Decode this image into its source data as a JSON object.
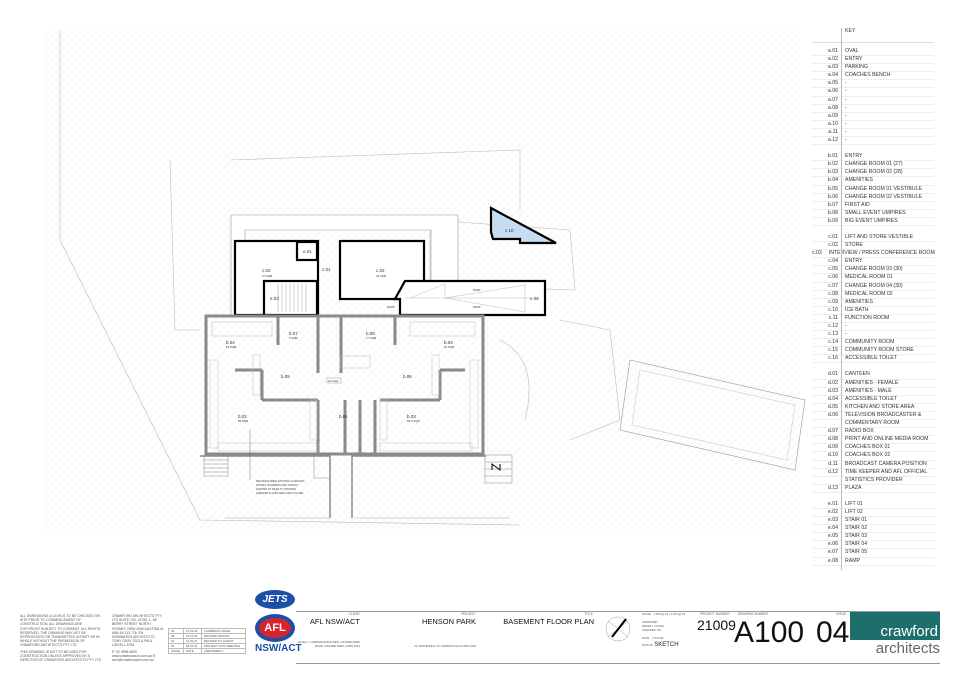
{
  "plan": {
    "rooms": {
      "c02_left": "c.02",
      "c02_left_area": "27 SQM",
      "e01": "e.01",
      "c01": "c.01",
      "c02_right": "c.02",
      "c02_right_area": "34 SQM",
      "e03": "e.03",
      "e08": "e.08",
      "c10": "c.10",
      "ramp1": "RAMP",
      "ramp2": "RAMP",
      "ramp3": "RAMP",
      "b04_left": "b.04",
      "b04_left_area": "18 SQM",
      "b07": "b.07",
      "b07_area": "9 SQM",
      "b08": "b.08",
      "b08_area": "17 SQM",
      "b04_right": "b.04",
      "b04_right_area": "18 SQM",
      "b05": "b.05",
      "b06": "b.06",
      "level": "RL 0.000",
      "b02": "b.02",
      "b02_area": "69 SQM",
      "b01": "b.01",
      "b03": "b.03",
      "b03_area": "69.3 SQM"
    },
    "note": [
      "RECONFIGURED EXISTING CHANGING",
      "ROOMS, SHOWERS AND TOILETS",
      "SHIFTED TO REAR TO PROVIDE",
      "GREATER FLOOR AREA AND VOLUME"
    ]
  },
  "key": {
    "title": "KEY",
    "groups": [
      [
        [
          "a.01",
          "OVAL"
        ],
        [
          "a.02",
          "ENTRY"
        ],
        [
          "a.03",
          "PARKING"
        ],
        [
          "a.04",
          "COACHES BENCH"
        ],
        [
          "a.05",
          "-"
        ],
        [
          "a.06",
          "-"
        ],
        [
          "a.07",
          "-"
        ],
        [
          "a.08",
          "-"
        ],
        [
          "a.09",
          "-"
        ],
        [
          "a.10",
          "-"
        ],
        [
          "a.11",
          "-"
        ],
        [
          "a.12",
          "-"
        ]
      ],
      [
        [
          "b.01",
          "ENTRY"
        ],
        [
          "b.02",
          "CHANGE ROOM 01 (27)"
        ],
        [
          "b.03",
          "CHANGE ROOM 02 (28)"
        ],
        [
          "b.04",
          "AMENITIES"
        ],
        [
          "b.05",
          "CHANGE ROOM 01 VESTIBULE"
        ],
        [
          "b.06",
          "CHANGE ROOM 02 VESTIBULE"
        ],
        [
          "b.07",
          "FIRST AID"
        ],
        [
          "b.08",
          "SMALL EVENT UMPIRES"
        ],
        [
          "b.09",
          "BIG EVENT UMPIRES"
        ]
      ],
      [
        [
          "c.01",
          "LIFT AND STORE VESTIBLE"
        ],
        [
          "c.02",
          "STORE"
        ],
        [
          "c.03",
          "INTERVIEW / PRESS CONFERENCE ROOM"
        ],
        [
          "c.04",
          "ENTRY"
        ],
        [
          "c.05",
          "CHANGE ROOM 03 (30)"
        ],
        [
          "c.06",
          "MEDICAL ROOM 01"
        ],
        [
          "c.07",
          "CHANGE ROOM 04 (30)"
        ],
        [
          "c.08",
          "MEDICAL ROOM 02"
        ],
        [
          "c.09",
          "AMENITIES"
        ],
        [
          "c.10",
          "ICE BATH"
        ],
        [
          "c.11",
          "FUNCTION ROOM"
        ],
        [
          "c.12",
          "-"
        ],
        [
          "c.13",
          "-"
        ],
        [
          "c.14",
          "COMMUNITY ROOM"
        ],
        [
          "c.15",
          "COMMUNITY ROOM STORE"
        ],
        [
          "c.16",
          "ACCESSIBLE TOILET"
        ]
      ],
      [
        [
          "d.01",
          "CANTEEN"
        ],
        [
          "d.02",
          "AMENITIES - FEMALE"
        ],
        [
          "d.03",
          "AMENITIES - MALE"
        ],
        [
          "d.04",
          "ACCESSIBLE TOILET"
        ],
        [
          "d.05",
          "KITCHEN AND STORE AREA"
        ],
        [
          "d.06",
          "TELEVISION BROADCASTER &"
        ],
        [
          "",
          "COMMENTARY ROOM"
        ],
        [
          "d.07",
          "RADIO BOX"
        ],
        [
          "d.08",
          "PRINT AND ONLINE MEDIA ROOM"
        ],
        [
          "d.09",
          "COACHES BOX 01"
        ],
        [
          "d.10",
          "COACHES BOX 02"
        ],
        [
          "d.11",
          "BROADCAST CAMERA POSITION"
        ],
        [
          "d.12",
          "TIME KEEPER AND AFL OFFICIAL"
        ],
        [
          "",
          "STATISTICS PROVIDER"
        ],
        [
          "d.13",
          "PLAZA"
        ]
      ],
      [
        [
          "e.01",
          "LIFT 01"
        ],
        [
          "e.02",
          "LIFT 02"
        ],
        [
          "e.03",
          "STAIR 01"
        ],
        [
          "e.04",
          "STAIR 02"
        ],
        [
          "e.05",
          "STAIR 03"
        ],
        [
          "e.06",
          "STAIR 04"
        ],
        [
          "e.07",
          "STAIR 05"
        ],
        [
          "e.08",
          "RAMP"
        ]
      ]
    ]
  },
  "titleblock": {
    "notes": "ALL DIMENSIONS & LEVELS TO BE CHECKED ON SITE PRIOR TO COMMENCEMENT OF CONSTRUCTION. ALL DRAWINGS ARE COPYRIGHT SUBJECT TO CONSENT. ALL RIGHTS RESERVED. THE DRAWING MAY NOT BE REPRODUCED OR TRANSMITTED IN PART OR IN WHOLE WITHOUT THE PERMISSION OF CRAWFORD ARCHITECTS PTY LTD",
    "notes2": "THIS DRAWING IS NOT TO BE USED FOR CONSTRUCTION UNLESS APPROVED BY A DIRECTOR OF CRAWFORD ARCHITECTS PTY LTD",
    "office": "CRAWFORD ARCHITECTS PTY LTD SUITE 103, LEVEL 1, 56 BERRY STREET NORTH SYDNEY, NSW 2060 AUSTRALIA ABN 54 113 776 705 NOMINATED ARCHITECTS TONY GRAY 7023 & PAUL LIDDELL 8796",
    "contact": "P: 02 9958 5600  www.crawfordarch.com.au  E: arch@crawfordarch.com.au",
    "revisions": [
      [
        "04",
        "27.02.21",
        "CANBERRA ISSUE"
      ],
      [
        "03",
        "21.02.21",
        "REVISED DESIGN"
      ],
      [
        "02",
        "11.02.21",
        "REVISED TO CLIENT"
      ],
      [
        "01",
        "04.02.21",
        "PROJECT KICK MEETING"
      ],
      [
        "ISSUE",
        "DATE",
        "AMENDMENT"
      ]
    ],
    "client_label": "CLIENT",
    "client": "AFL NSW/ACT",
    "client_address": "LEVEL 1, OVERSEAS BUILDING, MOORE PARK ROAD | MOORE PARK | NSW 2021",
    "project_label": "PROJECT",
    "project": "HENSON PARK",
    "project_address": "22 CENTENNIAL ST, MARRICKVILLE NSW 2204",
    "title_label": "TITLE",
    "title": "BASEMENT FLOOR PLAN",
    "scale_label": "SCALE",
    "scale": "1:100 @ A1 / 1:200 @ A3",
    "approved_label": "APPROVED",
    "drawn_label": "DRAWN",
    "drawn": "CS/JAG",
    "checked_label": "CHECKED",
    "checked": "PG",
    "date_label": "DATE",
    "issue_for_label": "ITS FOR",
    "status_label": "STATUS",
    "status": "SKETCH",
    "project_number_label": "PROJECT NUMBER",
    "project_number": "21009",
    "drawing_number_label": "DRAWING NUMBER",
    "drawing_number": "A100",
    "issue_label": "ISSUE",
    "issue": "04",
    "logo_top": "crawford",
    "logo_bottom": "architects",
    "jets_logo": "JETS",
    "afl_logo": "AFL",
    "afl_logo_sub": "NSW/ACT"
  },
  "colors": {
    "teal": "#1e6f6c",
    "ice_bath": "#c5dcf2",
    "wall_gray": "#8a8a8a"
  }
}
